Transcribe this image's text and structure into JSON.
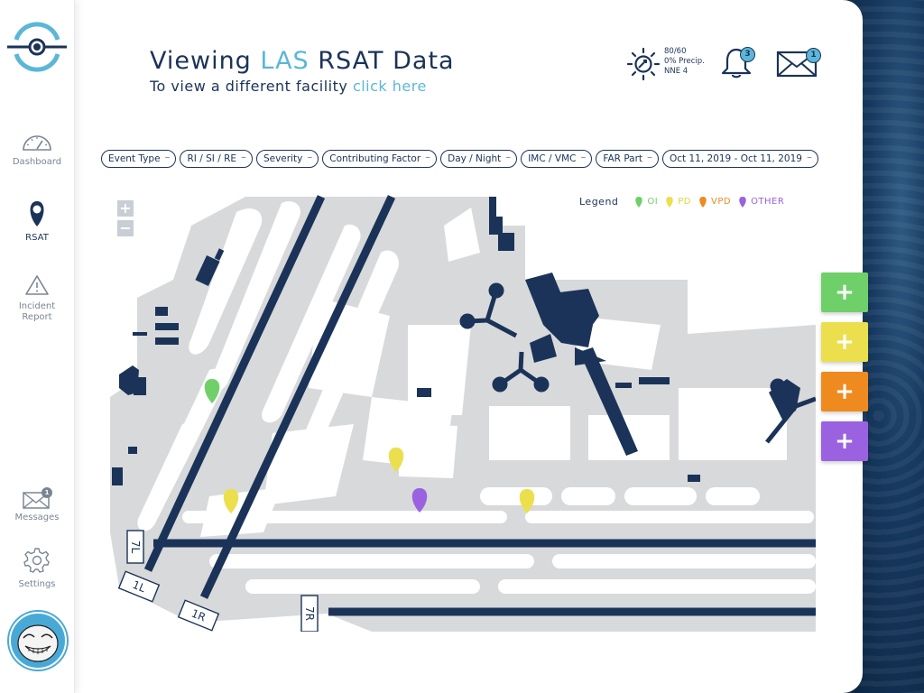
{
  "header": {
    "title_prefix": "Viewing ",
    "title_accent": "LAS",
    "title_suffix": " RSAT Data",
    "subtitle_prefix": "To view a different facility ",
    "subtitle_link": "click here"
  },
  "weather": {
    "line1": "80/60",
    "line2": "0% Precip.",
    "line3": "NNE 4",
    "icon": "sun-wind-icon"
  },
  "notifications": {
    "count": "3",
    "icon": "bell-icon"
  },
  "mail": {
    "count": "1",
    "icon": "envelope-icon"
  },
  "sidebar": {
    "items": [
      {
        "label": "Dashboard",
        "icon": "speedometer-icon"
      },
      {
        "label": "RSAT",
        "icon": "map-pin-icon"
      },
      {
        "label": "Incident\nReport",
        "icon": "warning-icon"
      },
      {
        "label": "Messages",
        "icon": "envelope-icon",
        "badge": "1"
      },
      {
        "label": "Settings",
        "icon": "gear-icon"
      }
    ]
  },
  "filters": [
    "Event Type",
    "RI / SI / RE",
    "Severity",
    "Contributing Factor",
    "Day / Night",
    "IMC / VMC",
    "FAR Part",
    "Oct 11, 2019 - Oct 11, 2019"
  ],
  "legend": {
    "title": "Legend",
    "items": [
      {
        "label": "OI",
        "color": "#6fd06a"
      },
      {
        "label": "PD",
        "color": "#ecdf4e"
      },
      {
        "label": "VPD",
        "color": "#ef8a1f"
      },
      {
        "label": "OTHER",
        "color": "#9a62e0"
      }
    ]
  },
  "runways": [
    "7L",
    "1L",
    "1R",
    "7R"
  ],
  "side_buttons": [
    {
      "label": "+",
      "color": "#6fd06a"
    },
    {
      "label": "+",
      "color": "#ecdf4e"
    },
    {
      "label": "+",
      "color": "#ef8a1f"
    },
    {
      "label": "+",
      "color": "#9a62e0"
    }
  ],
  "zoom": {
    "in": "+",
    "out": "−"
  },
  "colors": {
    "navy": "#1b3358",
    "accent": "#5bb6d8",
    "map_ground": "#d8d9db"
  }
}
